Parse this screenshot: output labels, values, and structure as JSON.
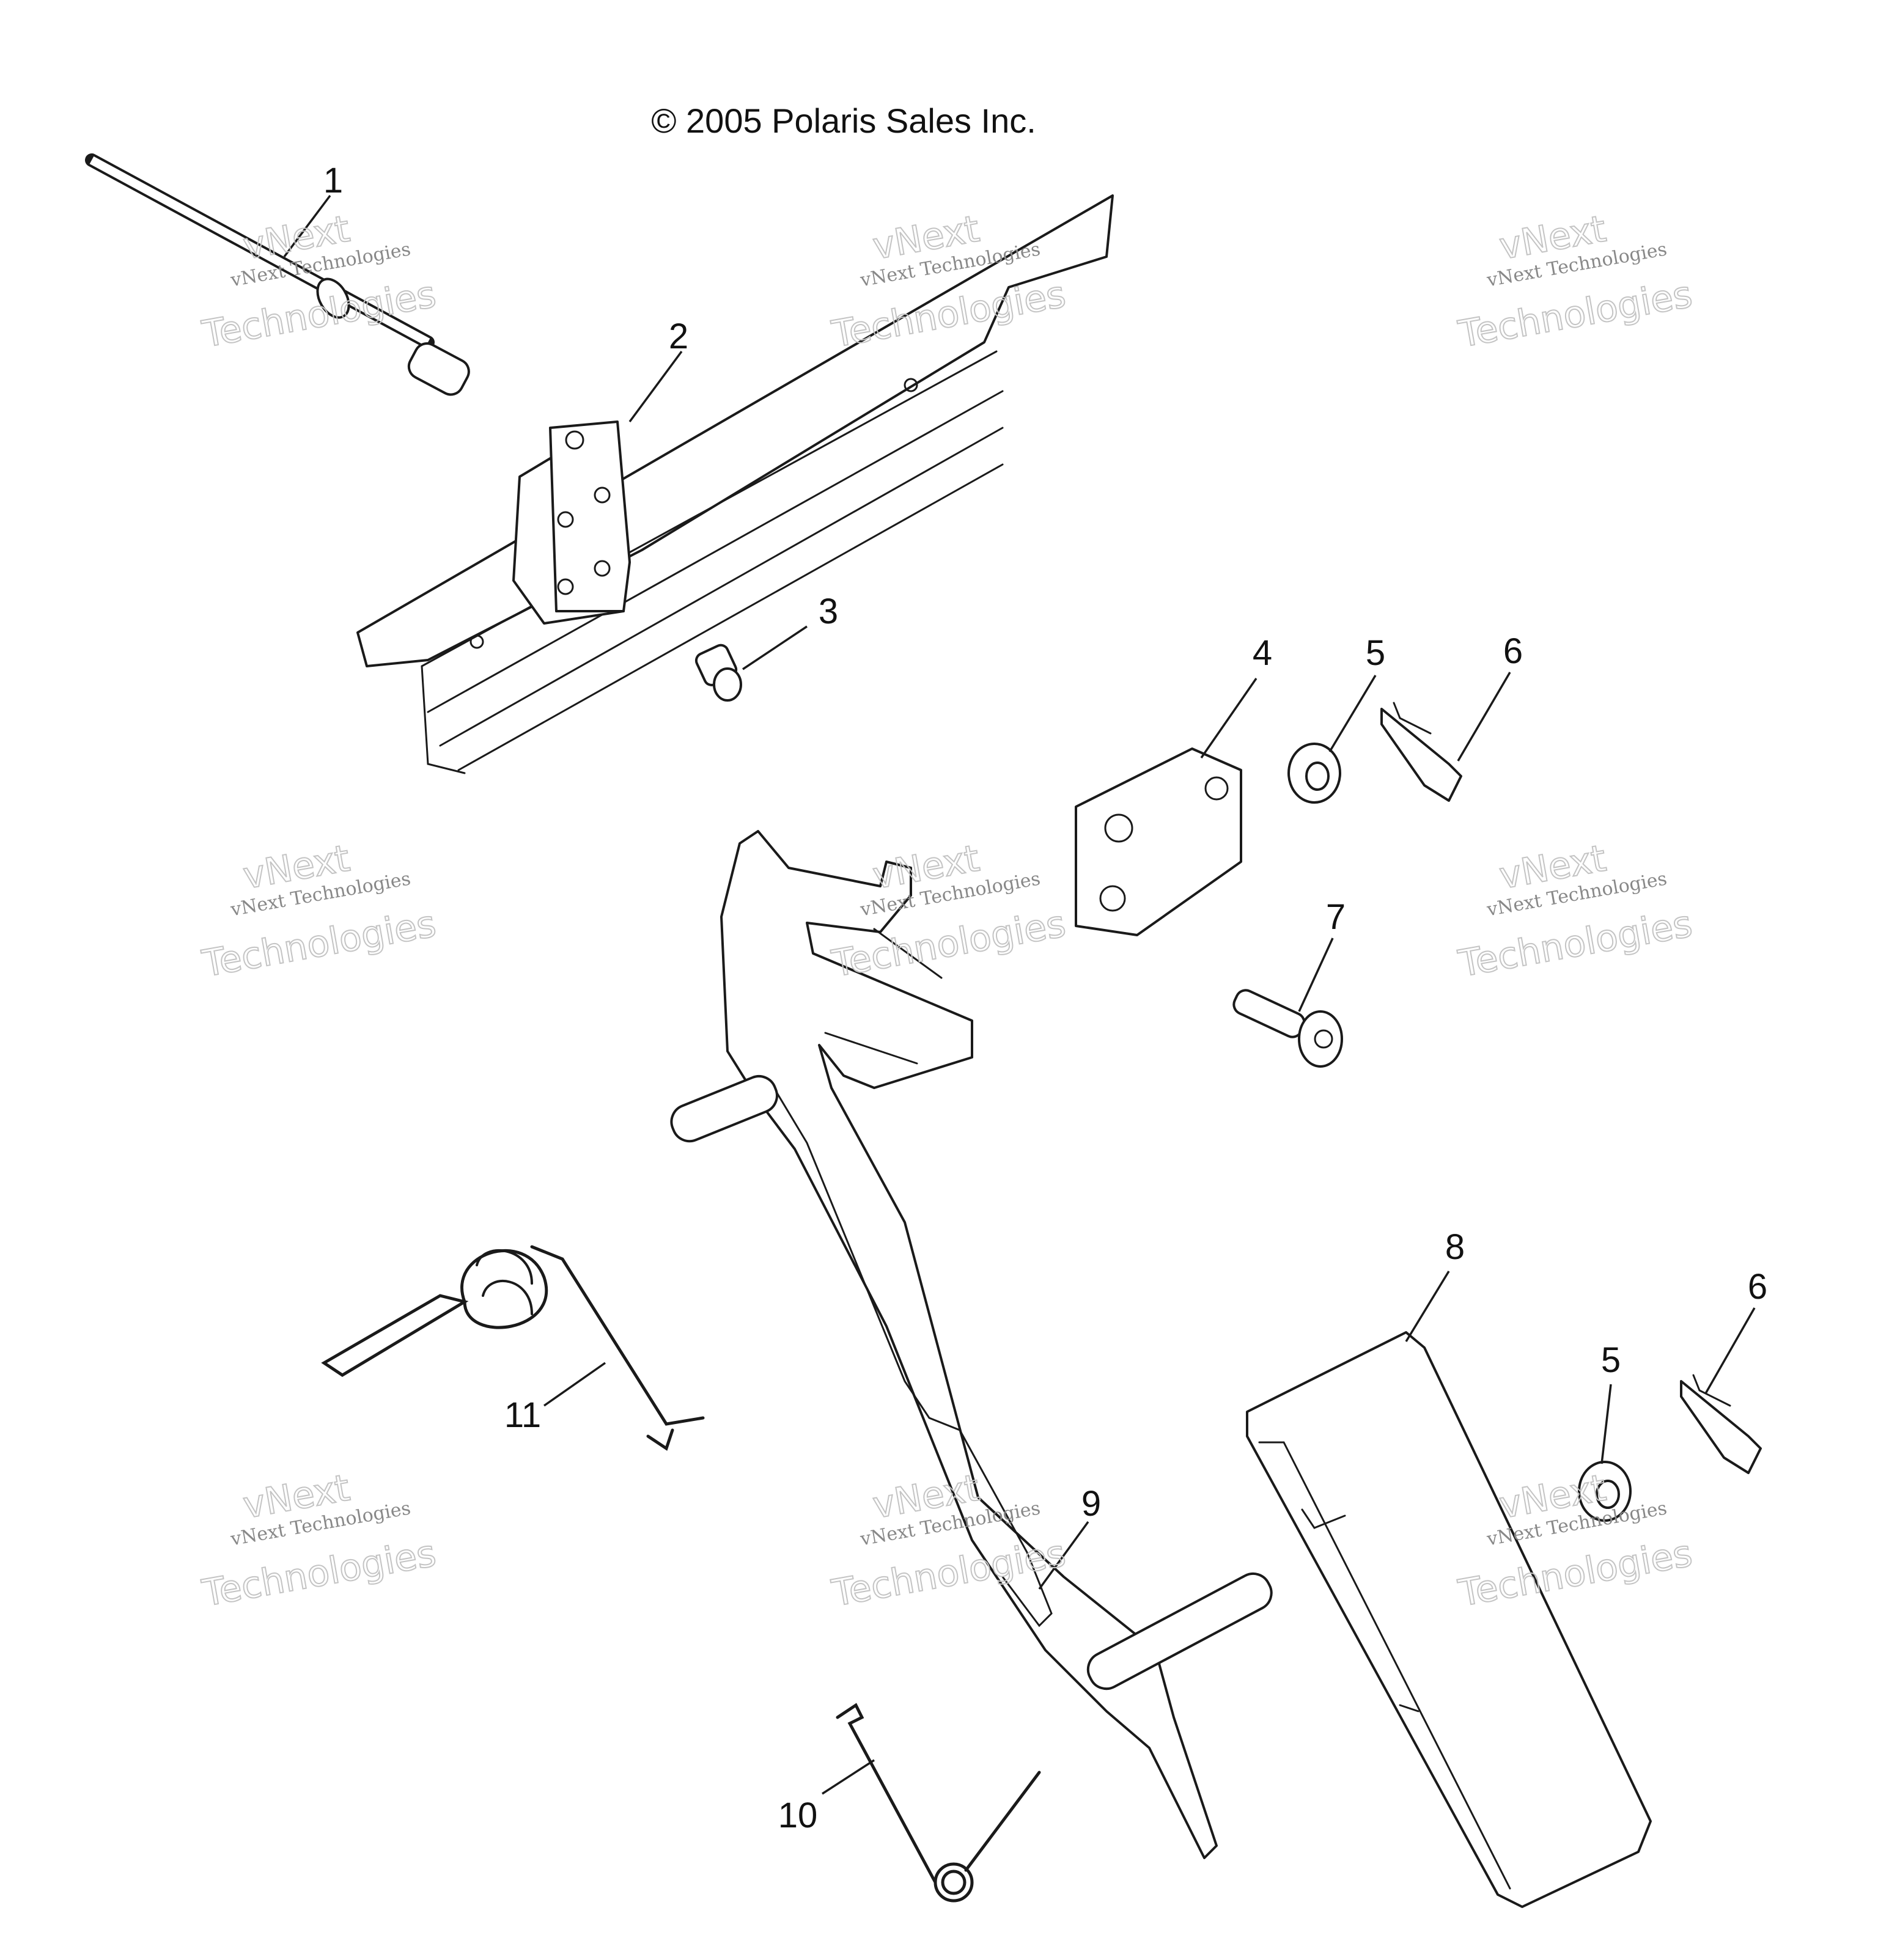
{
  "copyright": "© 2005 Polaris Sales Inc.",
  "watermark": {
    "line1": "vNext Technologies",
    "line2": "vNext",
    "line3": "Technologies"
  },
  "callouts": {
    "c1": "1",
    "c2": "2",
    "c3": "3",
    "c4": "4",
    "c5a": "5",
    "c5b": "5",
    "c6a": "6",
    "c6b": "6",
    "c7": "7",
    "c8": "8",
    "c9": "9",
    "c10": "10",
    "c11": "11"
  }
}
